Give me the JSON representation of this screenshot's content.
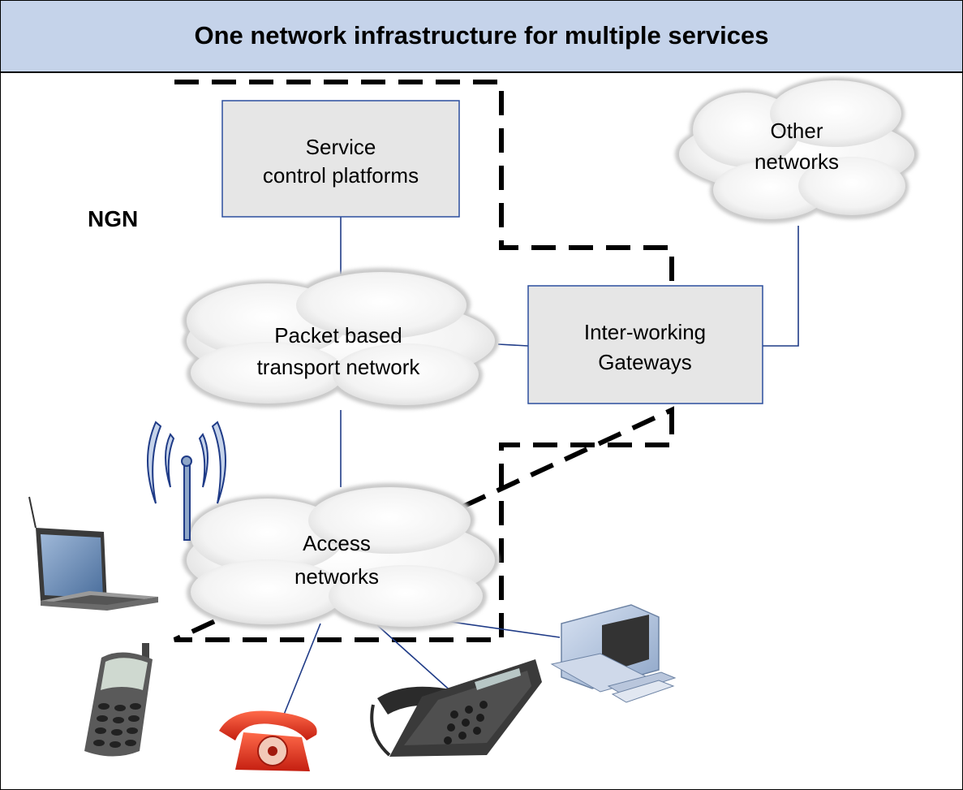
{
  "title": "One network infrastructure for multiple services",
  "ngn_label": "NGN",
  "nodes": {
    "service_control": {
      "line1": "Service",
      "line2": "control platforms"
    },
    "other_networks": {
      "line1": "Other",
      "line2": "networks"
    },
    "packet_transport": {
      "line1": "Packet based",
      "line2": "transport network"
    },
    "interworking_gateways": {
      "line1": "Inter-working",
      "line2": "Gateways"
    },
    "access_networks": {
      "line1": "Access",
      "line2": "networks"
    }
  },
  "colors": {
    "title_bg": "#c5d3ea",
    "box_fill": "#e6e6e6",
    "box_border": "#2c4f9e",
    "link": "#1f3b87",
    "cloud_fill": "#f4f4f4"
  },
  "devices": [
    "antenna-icon",
    "laptop-icon",
    "mobile-phone-icon",
    "red-telephone-icon",
    "desk-phone-icon",
    "desktop-computer-icon"
  ]
}
